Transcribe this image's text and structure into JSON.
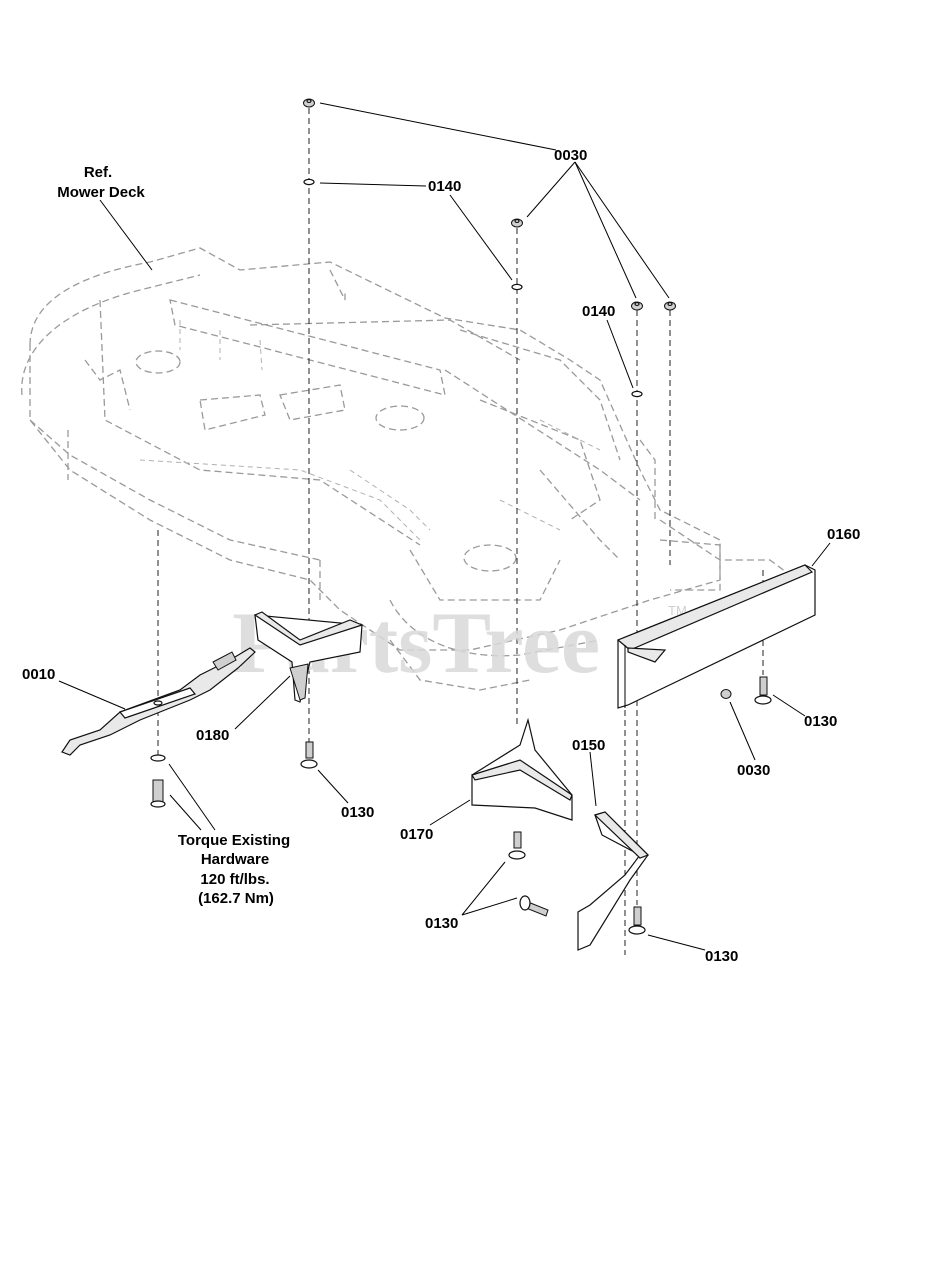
{
  "watermark": {
    "text": "PartsTree",
    "tm": "TM"
  },
  "labels": {
    "ref_mower_deck_line1": "Ref.",
    "ref_mower_deck_line2": "Mower Deck",
    "p0030_top": "0030",
    "p0140_top": "0140",
    "p0140_right": "0140",
    "p0160": "0160",
    "p0010": "0010",
    "p0180": "0180",
    "p0130_right": "0130",
    "p0030_bottom": "0030",
    "p0150": "0150",
    "p0130_center": "0130",
    "p0170": "0170",
    "p0130_bottom_left": "0130",
    "p0130_bottom_right": "0130",
    "torque_line1": "Torque Existing",
    "torque_line2": "Hardware",
    "torque_line3": "120 ft/lbs.",
    "torque_line4": "(162.7 Nm)"
  }
}
